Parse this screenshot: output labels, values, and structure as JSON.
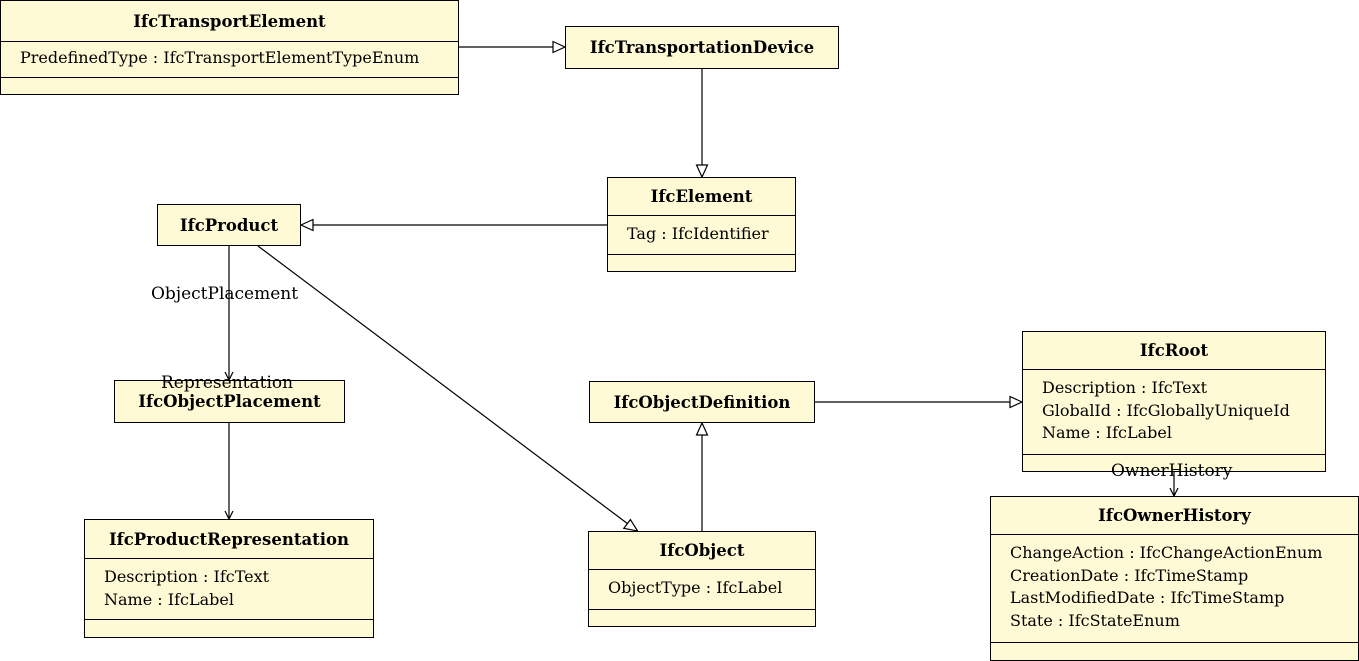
{
  "classes": {
    "transport_element": {
      "name": "IfcTransportElement",
      "attributes": [
        "PredefinedType : IfcTransportElementTypeEnum"
      ]
    },
    "transportation_device": {
      "name": "IfcTransportationDevice"
    },
    "element": {
      "name": "IfcElement",
      "attributes": [
        "Tag : IfcIdentifier"
      ]
    },
    "product": {
      "name": "IfcProduct"
    },
    "object_placement": {
      "name": "IfcObjectPlacement"
    },
    "product_representation": {
      "name": "IfcProductRepresentation",
      "attributes": [
        "Description : IfcText",
        "Name : IfcLabel"
      ]
    },
    "object_definition": {
      "name": "IfcObjectDefinition"
    },
    "object": {
      "name": "IfcObject",
      "attributes": [
        "ObjectType : IfcLabel"
      ]
    },
    "root": {
      "name": "IfcRoot",
      "attributes": [
        "Description : IfcText",
        "GlobalId : IfcGloballyUniqueId",
        "Name : IfcLabel"
      ]
    },
    "owner_history": {
      "name": "IfcOwnerHistory",
      "attributes": [
        "ChangeAction : IfcChangeActionEnum",
        "CreationDate : IfcTimeStamp",
        "LastModifiedDate : IfcTimeStamp",
        "State : IfcStateEnum"
      ]
    }
  },
  "edge_labels": {
    "object_placement": "ObjectPlacement",
    "representation": "Representation",
    "owner_history": "OwnerHistory"
  }
}
